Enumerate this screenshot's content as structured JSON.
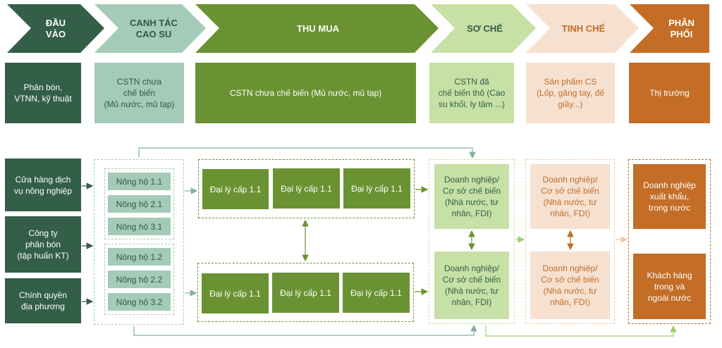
{
  "stages": [
    {
      "label": "ĐẦU\nVÀO",
      "color": "#335e48",
      "text_color": "#ffffff"
    },
    {
      "label": "CANH TÁC\nCAO SU",
      "color": "#a3cbb8",
      "text_color": "#2e5a44"
    },
    {
      "label": "THU MUA",
      "color": "#6a9232",
      "text_color": "#ffffff"
    },
    {
      "label": "SƠ CHẾ",
      "color": "#c6e0a5",
      "text_color": "#335e48"
    },
    {
      "label": "TINH CHẾ",
      "color": "#f6e1d1",
      "text_color": "#c36d26"
    },
    {
      "label": "PHÂN\nPHỐI",
      "color": "#c36d26",
      "text_color": "#ffffff"
    }
  ],
  "products": [
    "Phân bón,\nVTNN, kỹ thuật",
    "CSTN chưa\nchế biến\n(Mủ nước, mủ tạp)",
    "CSTN chưa chế biến (Mủ nước, mủ tạp)",
    "CSTN đã\nchế biến thô (Cao\nsu khối, ly tâm ...)",
    "Sản phẩm CS\n(Lốp, găng tay, đế\ngiầy...)",
    "Thị trường"
  ],
  "inputs": [
    "Cửa hàng dịch\nvụ nông nghiệp",
    "Công ty\nphân bón\n(tập huấn KT)",
    "Chính quyền\nđịa phương"
  ],
  "farmers": {
    "group1": [
      "Nông hộ 1.1",
      "Nông hộ 2.1",
      "Nông hộ 3.1"
    ],
    "group2": [
      "Nông hộ 1.2",
      "Nông hộ 2.2",
      "Nông hộ 3.2"
    ]
  },
  "agents": {
    "row1": [
      "Đại lý cấp 1.1",
      "Đại lý cấp 1.1",
      "Đại lý cấp 1.1"
    ],
    "row2": [
      "Đại lý cấp 1.1",
      "Đại lý cấp 1.1",
      "Đại lý cấp 1.1"
    ]
  },
  "processors": [
    "Doanh nghiệp/\nCơ sở chế biến\n(Nhà nước, tư\nnhân, FDI)",
    "Doanh nghiệp/\nCơ sở chế biến\n(Nhà nước, tư\nnhân, FDI)"
  ],
  "refiners": [
    "Doanh nghiệp/\nCơ sở chế biến\n(Nhà nước, tư\nnhân, FDI)",
    "Doanh nghiệp/\nCơ sở chế biến\n(Nhà nước, tư\nnhân, FDI)"
  ],
  "distribution": [
    "Doanh nghiệp\nxuất khẩu,\ntrong nước",
    "Khách hàng\ntrong và\nngoài nước"
  ]
}
